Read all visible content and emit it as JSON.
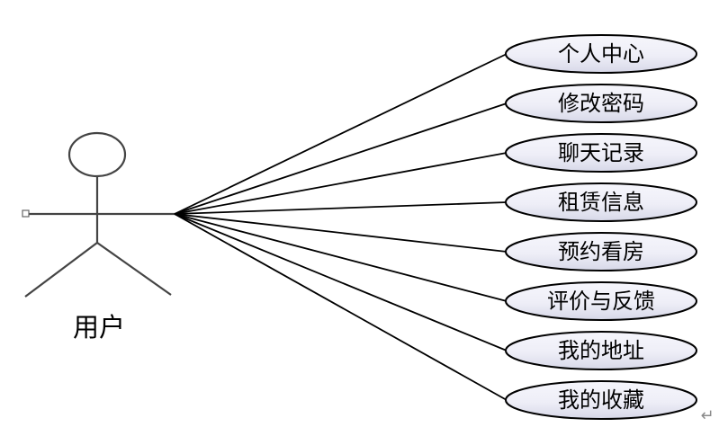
{
  "actor": {
    "name": "用户"
  },
  "use_cases": [
    {
      "label": "个人中心"
    },
    {
      "label": "修改密码"
    },
    {
      "label": "聊天记录"
    },
    {
      "label": "租赁信息"
    },
    {
      "label": "预约看房"
    },
    {
      "label": "评价与反馈"
    },
    {
      "label": "我的地址"
    },
    {
      "label": "我的收藏"
    }
  ],
  "end_mark": "↵",
  "colors": {
    "ellipse_fill_light": "#f4f4fb",
    "ellipse_fill_dark": "#d7d8e8",
    "stroke": "#000000",
    "actor_stroke": "#444444"
  }
}
